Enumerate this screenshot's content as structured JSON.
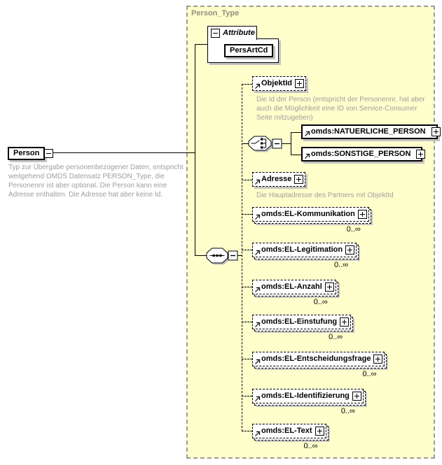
{
  "root": {
    "label": "Person",
    "doc": "Typ zur Übergabe personenbezogener Daten, entspricht\nweitgehend OMDS Datensatz PERSON_Type, die\nPersonennr ist aber optional. Die Person kann eine\nAdresse enthalten. Die Adresse hat aber keine Id."
  },
  "container": {
    "label": "Person_Type"
  },
  "attributes": {
    "section_label": "Attribute",
    "persartcd": {
      "name": "PersArtCd"
    }
  },
  "nodes": {
    "objektid": {
      "label": "ObjektId",
      "doc": "Die Id der Person (entspricht der Personennr, hat aber\nauch die Möglichkeit eine ID von Service-Consumer\nSeite mitzugeben)"
    },
    "natuerliche_person": {
      "label": "omds:NATUERLICHE_PERSON"
    },
    "sonstige_person": {
      "label": "omds:SONSTIGE_PERSON"
    },
    "adresse": {
      "label": "Adresse",
      "doc": "Die Hauptadresse des Partners mit ObjektId"
    },
    "el_kommunikation": {
      "label": "omds:EL-Kommunikation",
      "occ": "0..∞"
    },
    "el_legitimation": {
      "label": "omds:EL-Legitimation",
      "occ": "0..∞"
    },
    "el_anzahl": {
      "label": "omds:EL-Anzahl",
      "occ": "0..∞"
    },
    "el_einstufung": {
      "label": "omds:EL-Einstufung",
      "occ": "0..∞"
    },
    "el_entscheidungsfrage": {
      "label": "omds:EL-Entscheidungsfrage",
      "occ": "0..∞"
    },
    "el_identifizierung": {
      "label": "omds:EL-Identifizierung",
      "occ": "0..∞"
    },
    "el_text": {
      "label": "omds:EL-Text",
      "occ": "0..∞"
    }
  },
  "colors": {
    "container_bg": "#ffffcc",
    "container_border": "#9c9c9c",
    "container_label": "#8f8f7e",
    "doc_text": "#9e9e9e",
    "shadow": "#c3c3c3"
  }
}
